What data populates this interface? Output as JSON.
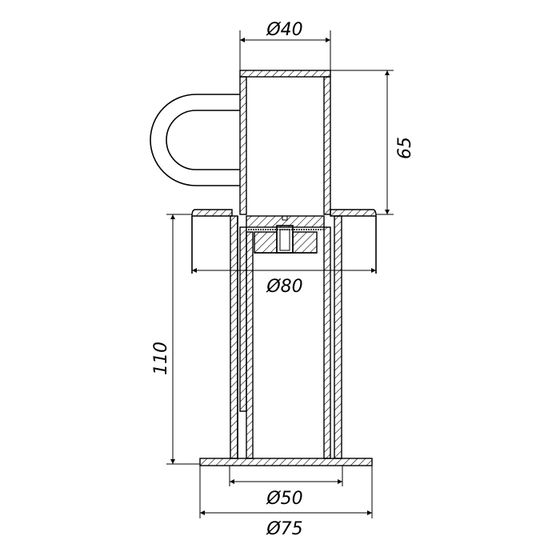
{
  "dimensions": {
    "top_diameter": "Ø40",
    "upper_height": "65",
    "collar_diameter": "Ø80",
    "lower_height": "110",
    "inner_diameter": "Ø50",
    "base_diameter": "Ø75"
  },
  "colors": {
    "line": "#000000",
    "background": "#ffffff"
  }
}
